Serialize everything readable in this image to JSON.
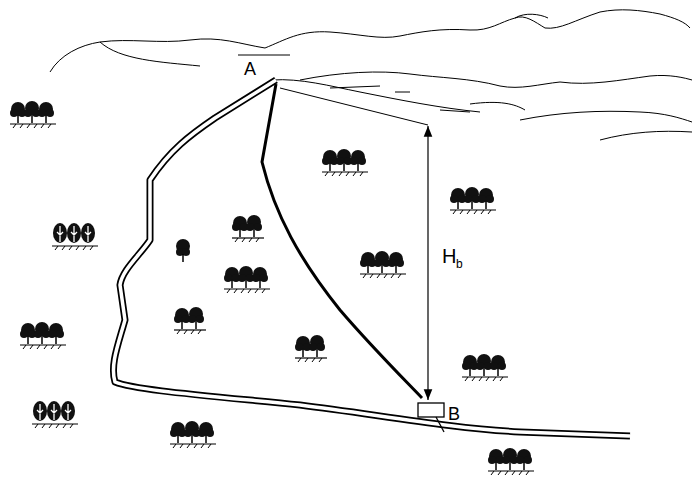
{
  "diagram": {
    "labels": [
      "A",
      "H",
      "b",
      "B"
    ]
  }
}
